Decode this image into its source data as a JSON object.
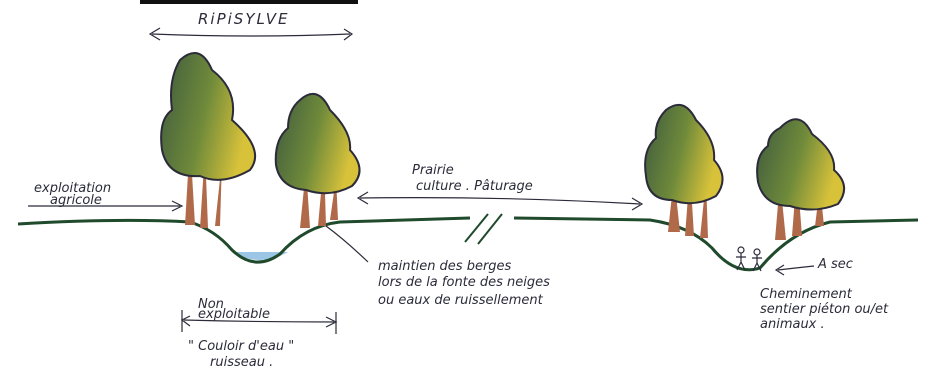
{
  "labels": {
    "ripisylve": "RiPiSYLVE",
    "exploitation_line1": "exploitation",
    "exploitation_line2": "agricole",
    "prairie_line1": "Prairie",
    "prairie_line2": "culture . Pâturage",
    "maintien_line1": "maintien des berges",
    "maintien_line2": "lors de la fonte des neiges",
    "maintien_line3": "ou eaux de ruissellement",
    "non_line1": "Non",
    "non_line2": "exploitable",
    "couloir_line1": "\" Couloir d'eau \"",
    "couloir_line2": "ruisseau .",
    "asec": "A sec",
    "chem_line1": "Cheminement",
    "chem_line2": "sentier piéton ou/et",
    "chem_line3": "animaux ."
  },
  "colors": {
    "ink": "#2b2b3a",
    "ground": "#1f4a2c",
    "tree_dark": "#3e5a3e",
    "tree_mid": "#6f8a3a",
    "tree_light": "#d8c23a",
    "trunk": "#b06a4a",
    "water": "#9cc6e6"
  }
}
